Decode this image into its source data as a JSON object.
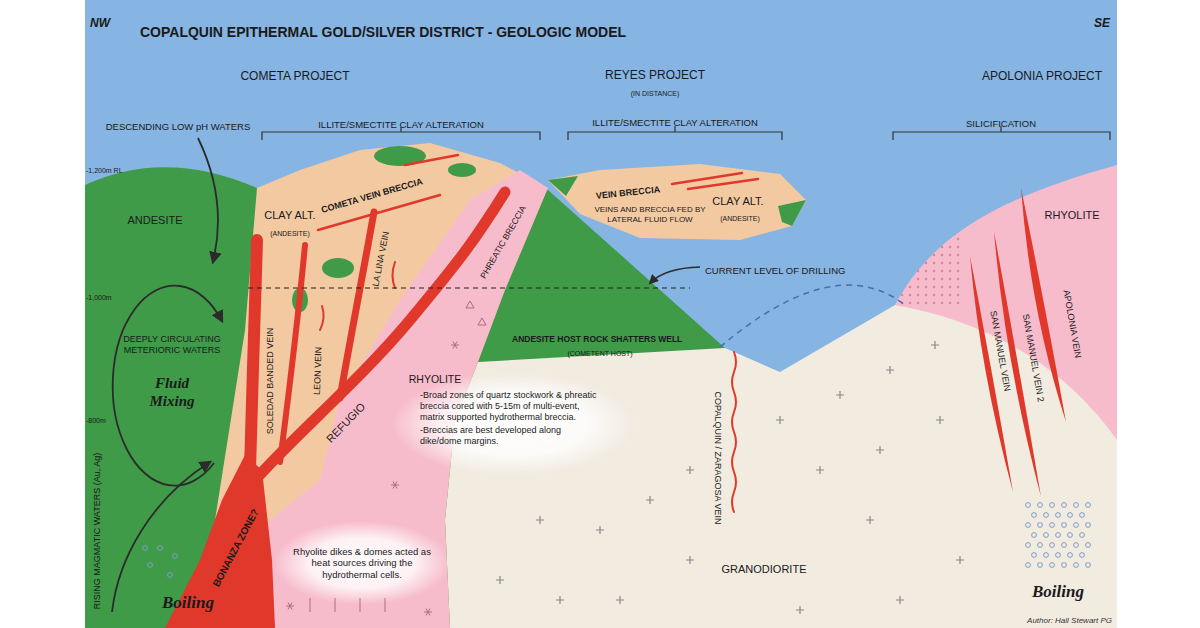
{
  "diagram": {
    "title": "COPALQUIN EPITHERMAL GOLD/SILVER DISTRICT - GEOLOGIC MODEL",
    "labels": [
      "NW",
      "SE",
      "COMETA PROJECT",
      "REYES PROJECT",
      "(IN DISTANCE)",
      "APOLONIA PROJECT",
      "ILLITE/SMECTITE CLAY ALTERATION",
      "ILLITE/SMECTITE CLAY ALTERATION",
      "SILICIFICATION",
      "DESCENDING LOW pH WATERS",
      "-1,200m RL",
      "ANDESITE",
      "CLAY ALT.",
      "(ANDESITE)",
      "COMETA VEIN BRECCIA",
      "VEIN BRECCIA",
      "VEINS AND BRECCIA FED BY LATERAL FLUID FLOW",
      "CLAY ALT.",
      "(ANDESITE)",
      "RHYOLITE",
      "CURRENT LEVEL OF DRILLING",
      "-1,000m",
      "DEEPLY CIRCULATING METERIORIC WATERS",
      "Fluid Mixing",
      "SOLEDAD BANDED VEIN",
      "LEON VEIN",
      "LA LINA VEIN",
      "PHREATIC BRECCIA",
      "RHYOLITE",
      "REFUGIO",
      "ANDESITE HOST ROCK SHATTERS WELL",
      "(COMETENT HOST)",
      "-800m",
      "-Broad zones of quartz stockwork & phreatic breccia cored with 5-15m of multi-event, matrix supported hydrothermal breccia.",
      "-Breccias are best developed along dike/dome margins.",
      "COPALQUIN / ZARAGOSA VEIN",
      "SAN MANUEL VEIN",
      "SAN MANUEL VEIN 2",
      "APOLONIA VEIN",
      "BONANZA ZONE?",
      "RISING MAGMATIC WATERS (Au, Ag)",
      "Rhyolite dikes & domes acted as heat sources driving the hydrothermal cells.",
      "GRANODIORITE",
      "Boiling",
      "Boiling",
      "Author: Hall Stewart PG"
    ]
  }
}
